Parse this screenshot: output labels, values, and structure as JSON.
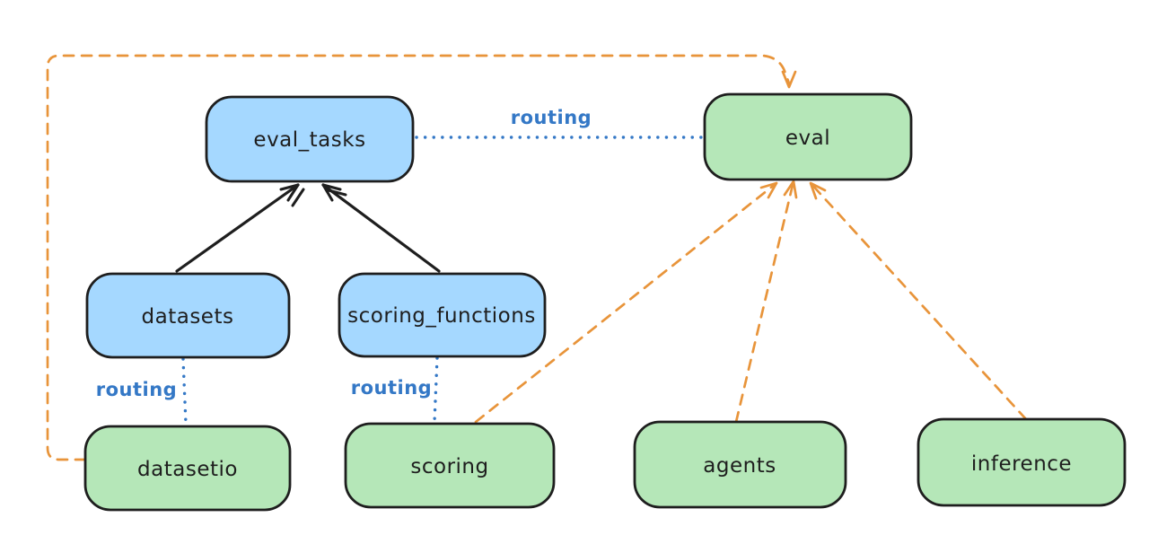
{
  "diagram": {
    "background": "#ffffff",
    "nodes": {
      "eval_tasks": {
        "label": "eval_tasks",
        "fill": "blue"
      },
      "eval": {
        "label": "eval",
        "fill": "green"
      },
      "datasets": {
        "label": "datasets",
        "fill": "blue"
      },
      "scoring_functions": {
        "label": "scoring_functions",
        "fill": "blue"
      },
      "datasetio": {
        "label": "datasetio",
        "fill": "green"
      },
      "scoring": {
        "label": "scoring",
        "fill": "green"
      },
      "agents": {
        "label": "agents",
        "fill": "green"
      },
      "inference": {
        "label": "inference",
        "fill": "green"
      }
    },
    "edges": [
      {
        "from": "datasets",
        "to": "eval_tasks",
        "style": "solid",
        "color": "black",
        "arrowhead": true,
        "label": ""
      },
      {
        "from": "scoring_functions",
        "to": "eval_tasks",
        "style": "solid",
        "color": "black",
        "arrowhead": true,
        "label": ""
      },
      {
        "from": "eval_tasks",
        "to": "eval",
        "style": "dotted",
        "color": "blue",
        "arrowhead": false,
        "label": "routing"
      },
      {
        "from": "datasets",
        "to": "datasetio",
        "style": "dotted",
        "color": "blue",
        "arrowhead": false,
        "label": "routing"
      },
      {
        "from": "scoring_functions",
        "to": "scoring",
        "style": "dotted",
        "color": "blue",
        "arrowhead": false,
        "label": "routing"
      },
      {
        "from": "datasetio",
        "to": "eval",
        "style": "dashed",
        "color": "orange",
        "arrowhead": true,
        "label": ""
      },
      {
        "from": "scoring",
        "to": "eval",
        "style": "dashed",
        "color": "orange",
        "arrowhead": true,
        "label": ""
      },
      {
        "from": "agents",
        "to": "eval",
        "style": "dashed",
        "color": "orange",
        "arrowhead": true,
        "label": ""
      },
      {
        "from": "inference",
        "to": "eval",
        "style": "dashed",
        "color": "orange",
        "arrowhead": true,
        "label": ""
      }
    ],
    "colors": {
      "blue_box_fill": "#a5d8ff",
      "green_box_fill": "#b5e7b8",
      "box_stroke": "#1e1e1e",
      "solid_edge": "#1e1e1e",
      "routing_blue": "#3478c6",
      "dashed_orange": "#e8943a"
    }
  }
}
